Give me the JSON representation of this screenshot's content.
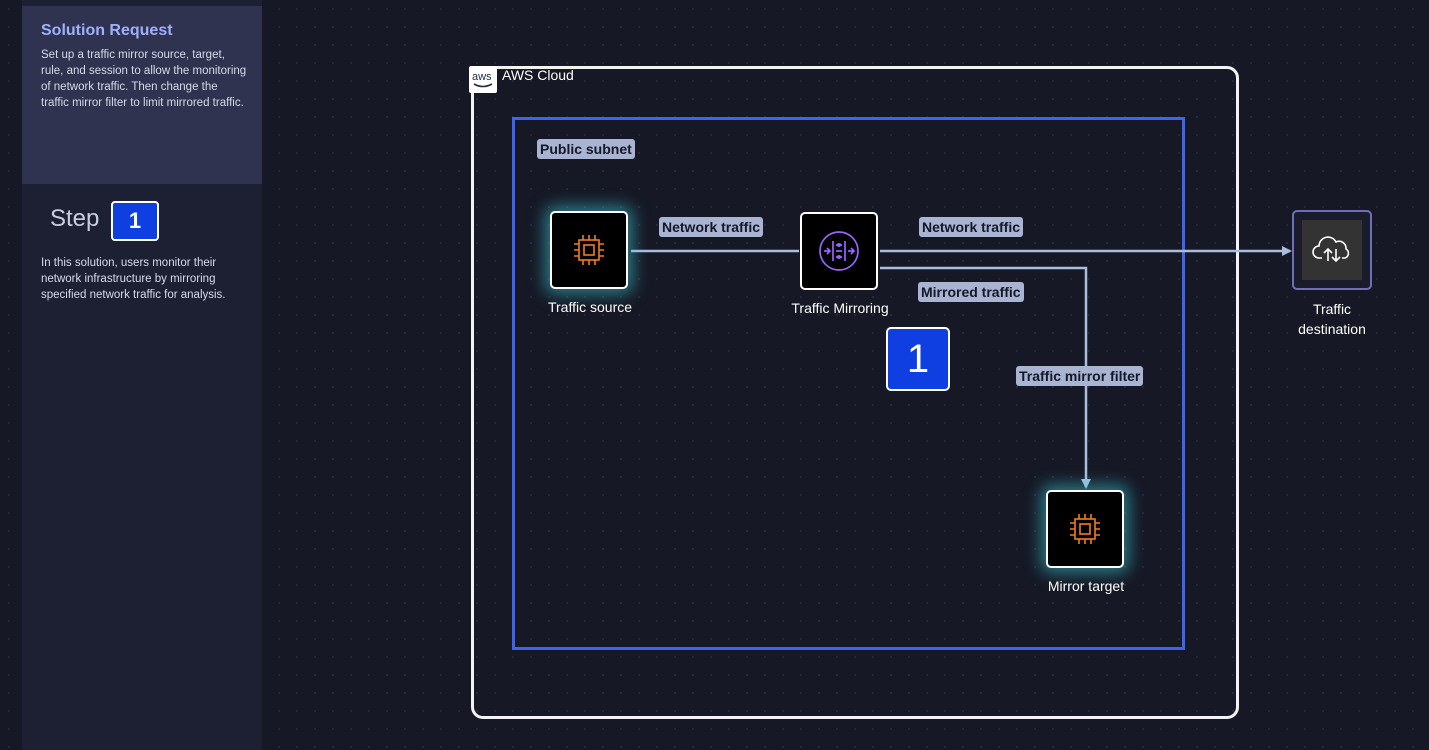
{
  "sidebar": {
    "request_title": "Solution Request",
    "request_text": "Set up a traffic mirror source, target, rule, and session to allow the monitoring of network traffic. Then change the traffic mirror filter to limit mirrored traffic.",
    "step_label": "Step",
    "step_number": "1",
    "step_text": "In this solution, users monitor their network infrastructure by mirroring specified network traffic for analysis."
  },
  "diagram": {
    "cloud_label": "AWS Cloud",
    "subnet_label": "Public subnet",
    "nodes": {
      "traffic_source": "Traffic source",
      "traffic_mirroring": "Traffic Mirroring",
      "mirror_target": "Mirror target",
      "traffic_destination_line1": "Traffic",
      "traffic_destination_line2": "destination"
    },
    "edges": {
      "source_to_mirroring": "Network traffic",
      "mirroring_to_destination": "Network traffic",
      "mirrored": "Mirrored traffic",
      "filter": "Traffic mirror filter"
    },
    "step_badge": "1",
    "icons": {
      "ec2": "chip-icon",
      "mirroring": "traffic-mirroring-icon",
      "destination": "cloud-upload-download-icon",
      "aws": "aws-logo"
    },
    "colors": {
      "subnet_border": "#3d63f0",
      "cloud_border": "#f2f2f2",
      "connector": "#a9bedf",
      "badge": "#0f3fe0",
      "chip": "#ef7d1e",
      "mirroring": "#8c4fff"
    }
  }
}
